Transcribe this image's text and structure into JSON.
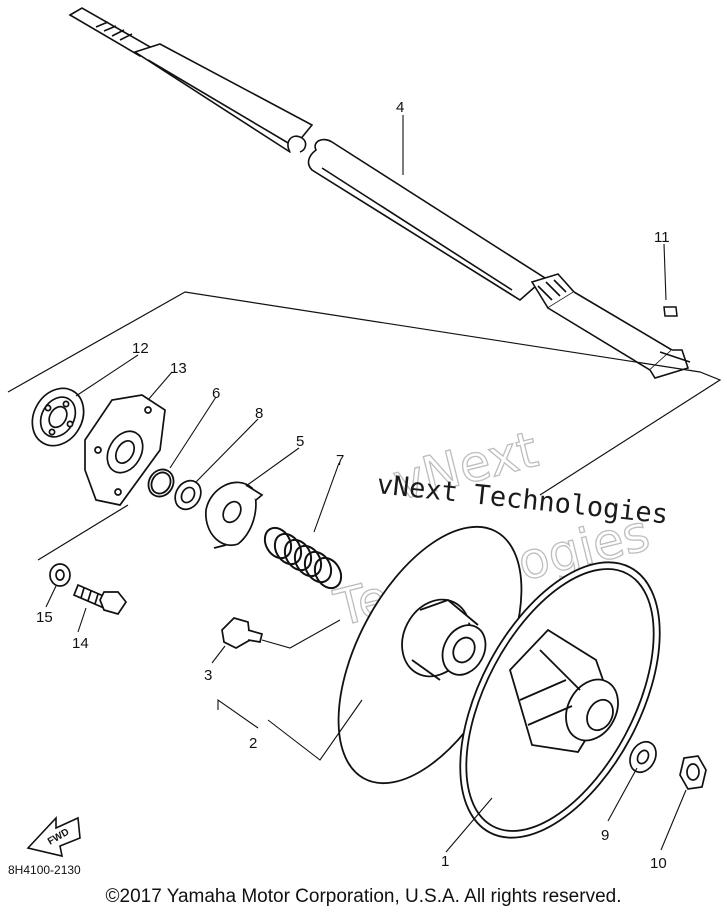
{
  "figure_number": "8H4100-2130",
  "copyright": "©2017 Yamaha Motor Corporation, U.S.A. All rights reserved.",
  "watermark": {
    "outline_line1": "vNext",
    "outline_line2": "Technologies",
    "text": "vNext Technologies"
  },
  "direction_label": "FWD",
  "callouts": {
    "n1": "1",
    "n2": "2",
    "n3": "3",
    "n4": "4",
    "n5": "5",
    "n6": "6",
    "n7": "7",
    "n8": "8",
    "n9": "9",
    "n10": "10",
    "n11": "11",
    "n12": "12",
    "n13": "13",
    "n14": "14",
    "n15": "15"
  }
}
